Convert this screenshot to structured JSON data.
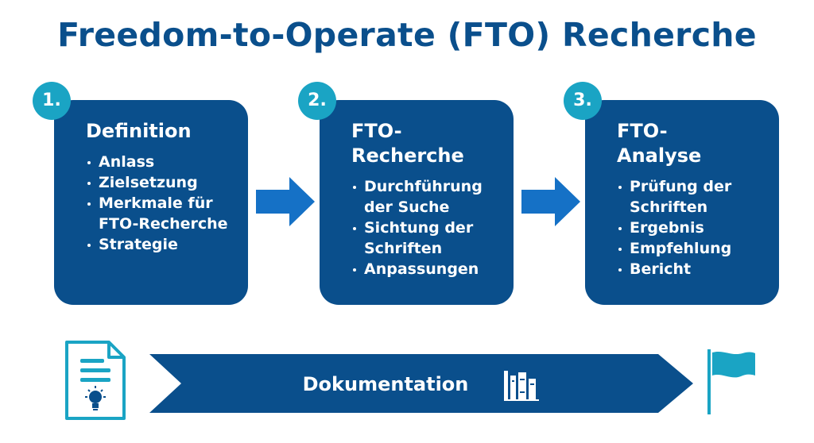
{
  "title": "Freedom-to-Operate (FTO) Recherche",
  "steps": [
    {
      "number": "1.",
      "title_lines": [
        "Definition"
      ],
      "items": [
        "Anlass",
        "Zielsetzung",
        "Merkmale für FTO-Recherche",
        "Strategie"
      ]
    },
    {
      "number": "2.",
      "title_lines": [
        "FTO-",
        "Recherche"
      ],
      "items": [
        "Durchführung der Suche",
        "Sichtung der Schriften",
        "Anpassungen"
      ]
    },
    {
      "number": "3.",
      "title_lines": [
        "FTO-",
        "Analyse"
      ],
      "items": [
        "Prüfung der Schriften",
        "Ergebnis",
        "Empfehlung",
        "Bericht"
      ]
    }
  ],
  "banner": {
    "label": "Dokumentation"
  },
  "icons": {
    "document": "document-lightbulb-icon",
    "books": "books-icon",
    "flag": "flag-icon",
    "arrow": "arrow-right-icon"
  },
  "colors": {
    "primary": "#0a4f8c",
    "accent": "#1aa4c4",
    "arrow": "#1571c6"
  }
}
